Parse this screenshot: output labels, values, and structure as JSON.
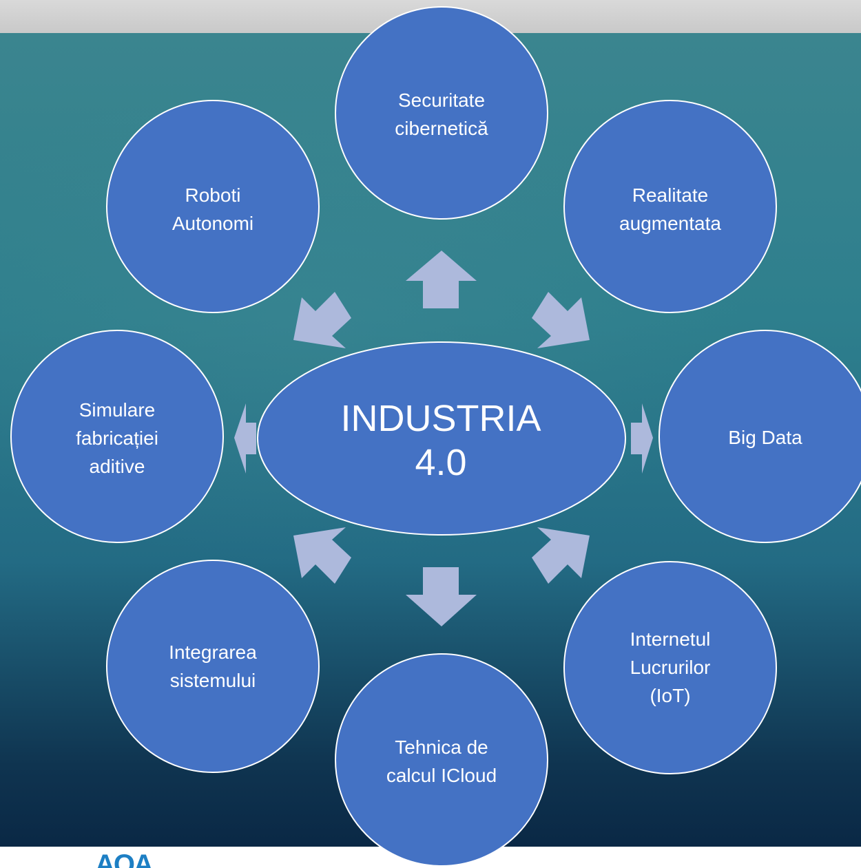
{
  "colors": {
    "node_fill": "#4472c4",
    "node_stroke": "#ffffff",
    "arrow_fill": "#adb9dc",
    "text": "#ffffff"
  },
  "center": {
    "label_line1": "INDUSTRIA",
    "label_line2": "4.0"
  },
  "nodes": {
    "securitate": {
      "line1": "Securitate",
      "line2": "cibernetică"
    },
    "realitate": {
      "line1": "Realitate",
      "line2": "augmentata"
    },
    "bigdata": {
      "line1": "Big Data"
    },
    "iot": {
      "line1": "Internetul",
      "line2": "Lucrurilor",
      "line3": "(IoT)"
    },
    "icloud": {
      "line1": "Tehnica de",
      "line2": "calcul ICloud"
    },
    "integrare": {
      "line1": "Integrarea",
      "line2": "sistemului"
    },
    "simulare": {
      "line1": "Simulare",
      "line2": "fabricației",
      "line3": "aditive"
    },
    "roboti": {
      "line1": "Roboti",
      "line2": "Autonomi"
    }
  },
  "logo": {
    "text": "AOA"
  }
}
